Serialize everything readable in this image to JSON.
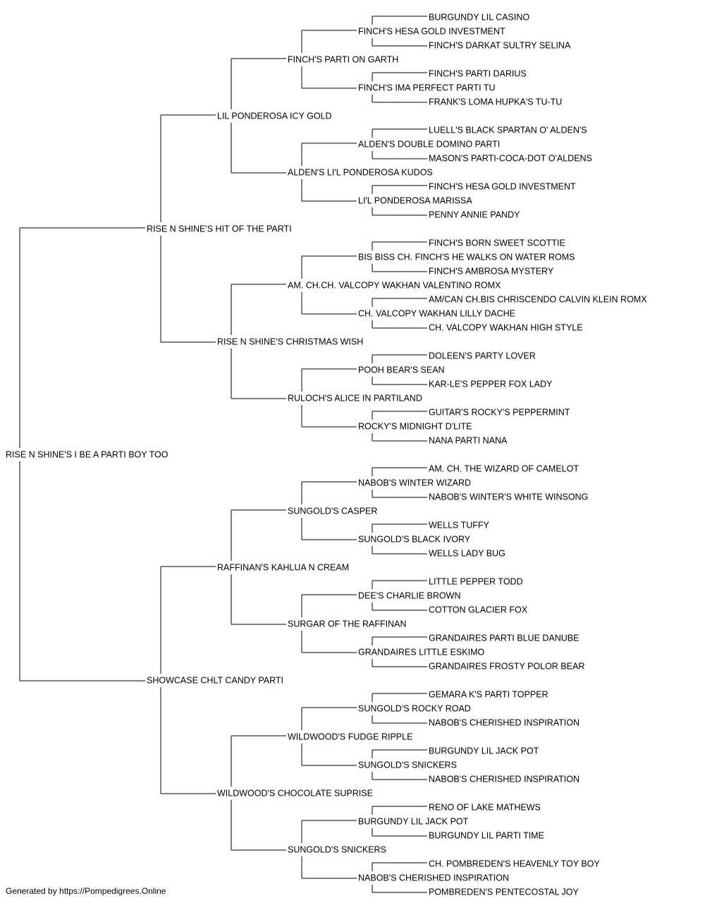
{
  "colors": {
    "normal": "#000000",
    "champion": "#dd1111",
    "line": "#000000"
  },
  "pedigree": {
    "name": "RISE N SHINE'S I BE A PARTI BOY TOO",
    "champion": false,
    "sire": {
      "name": "RISE N SHINE'S HIT OF THE PARTI",
      "champion": false,
      "sire": {
        "name": "LIL PONDEROSA ICY GOLD",
        "champion": false,
        "sire": {
          "name": "FINCH'S PARTI ON GARTH",
          "champion": false,
          "sire": {
            "name": "FINCH'S HESA GOLD INVESTMENT",
            "champion": false,
            "sire": {
              "name": "BURGUNDY LIL CASINO",
              "champion": false
            },
            "dam": {
              "name": "FINCH'S DARKAT SULTRY SELINA",
              "champion": false
            }
          },
          "dam": {
            "name": "FINCH'S IMA PERFECT PARTI TU",
            "champion": false,
            "sire": {
              "name": "FINCH'S PARTI DARIUS",
              "champion": false
            },
            "dam": {
              "name": "FRANK'S LOMA HUPKA'S TU-TU",
              "champion": false
            }
          }
        },
        "dam": {
          "name": "ALDEN'S LI'L PONDEROSA KUDOS",
          "champion": false,
          "sire": {
            "name": "ALDEN'S DOUBLE DOMINO PARTI",
            "champion": false,
            "sire": {
              "name": "LUELL'S BLACK SPARTAN O' ALDEN'S",
              "champion": false
            },
            "dam": {
              "name": "MASON'S PARTI-COCA-DOT O'ALDENS",
              "champion": false
            }
          },
          "dam": {
            "name": "LI'L PONDEROSA MARISSA",
            "champion": false,
            "sire": {
              "name": "FINCH'S HESA GOLD INVESTMENT",
              "champion": false
            },
            "dam": {
              "name": "PENNY ANNIE PANDY",
              "champion": false
            }
          }
        }
      },
      "dam": {
        "name": "RISE N SHINE'S CHRISTMAS WISH",
        "champion": false,
        "sire": {
          "name": "AM. CH.CH. VALCOPY WAKHAN VALENTINO ROMX",
          "champion": true,
          "sire": {
            "name": "BIS BISS CH. FINCH'S HE WALKS ON WATER ROMS",
            "champion": true,
            "sire": {
              "name": "FINCH'S BORN SWEET SCOTTIE",
              "champion": false
            },
            "dam": {
              "name": "FINCH'S AMBROSA MYSTERY",
              "champion": false
            }
          },
          "dam": {
            "name": "CH. VALCOPY WAKHAN LILLY DACHE",
            "champion": true,
            "sire": {
              "name": "AM/CAN CH.BIS CHRISCENDO CALVIN KLEIN ROMX",
              "champion": true
            },
            "dam": {
              "name": "CH. VALCOPY WAKHAN HIGH STYLE",
              "champion": true
            }
          }
        },
        "dam": {
          "name": "RULOCH'S ALICE IN PARTILAND",
          "champion": false,
          "sire": {
            "name": "POOH BEAR'S SEAN",
            "champion": false,
            "sire": {
              "name": "DOLEEN'S PARTY LOVER",
              "champion": false
            },
            "dam": {
              "name": "KAR-LE'S PEPPER FOX LADY",
              "champion": false
            }
          },
          "dam": {
            "name": "ROCKY'S MIDNIGHT D'LITE",
            "champion": false,
            "sire": {
              "name": "GUITAR'S ROCKY'S PEPPERMINT",
              "champion": false
            },
            "dam": {
              "name": "NANA PARTI NANA",
              "champion": false
            }
          }
        }
      }
    },
    "dam": {
      "name": "SHOWCASE CHLT CANDY PARTI",
      "champion": false,
      "sire": {
        "name": "RAFFINAN'S KAHLUA N CREAM",
        "champion": false,
        "sire": {
          "name": "SUNGOLD'S CASPER",
          "champion": false,
          "sire": {
            "name": "NABOB'S WINTER WIZARD",
            "champion": false,
            "sire": {
              "name": "AM. CH. THE WIZARD OF CAMELOT",
              "champion": true
            },
            "dam": {
              "name": "NABOB'S WINTER'S WHITE WINSONG",
              "champion": false
            }
          },
          "dam": {
            "name": "SUNGOLD'S BLACK IVORY",
            "champion": false,
            "sire": {
              "name": "WELLS TUFFY",
              "champion": false
            },
            "dam": {
              "name": "WELLS LADY BUG",
              "champion": false
            }
          }
        },
        "dam": {
          "name": "SURGAR OF THE RAFFINAN",
          "champion": false,
          "sire": {
            "name": "DEE'S CHARLIE BROWN",
            "champion": false,
            "sire": {
              "name": "LITTLE PEPPER TODD",
              "champion": false
            },
            "dam": {
              "name": "COTTON GLACIER FOX",
              "champion": false
            }
          },
          "dam": {
            "name": "GRANDAIRES LITTLE ESKIMO",
            "champion": false,
            "sire": {
              "name": "GRANDAIRES PARTI BLUE DANUBE",
              "champion": false
            },
            "dam": {
              "name": "GRANDAIRES FROSTY POLOR BEAR",
              "champion": false
            }
          }
        }
      },
      "dam": {
        "name": "WILDWOOD'S CHOCOLATE SUPRISE",
        "champion": false,
        "sire": {
          "name": "WILDWOOD'S FUDGE RIPPLE",
          "champion": false,
          "sire": {
            "name": "SUNGOLD'S ROCKY ROAD",
            "champion": false,
            "sire": {
              "name": "GEMARA K'S PARTI TOPPER",
              "champion": false
            },
            "dam": {
              "name": "NABOB'S CHERISHED INSPIRATION",
              "champion": false
            }
          },
          "dam": {
            "name": "SUNGOLD'S SNICKERS",
            "champion": false,
            "sire": {
              "name": "BURGUNDY LIL JACK POT",
              "champion": false
            },
            "dam": {
              "name": "NABOB'S CHERISHED INSPIRATION",
              "champion": false
            }
          }
        },
        "dam": {
          "name": "SUNGOLD'S SNICKERS",
          "champion": false,
          "sire": {
            "name": "BURGUNDY LIL JACK POT",
            "champion": false,
            "sire": {
              "name": "RENO OF LAKE MATHEWS",
              "champion": false
            },
            "dam": {
              "name": "BURGUNDY LIL PARTI TIME",
              "champion": false
            }
          },
          "dam": {
            "name": "NABOB'S CHERISHED INSPIRATION",
            "champion": false,
            "sire": {
              "name": "CH. POMBREDEN'S HEAVENLY TOY BOY",
              "champion": true
            },
            "dam": {
              "name": "POMBREDEN'S PENTECOSTAL JOY",
              "champion": false
            }
          }
        }
      }
    }
  },
  "footer": {
    "text": "Generated by https://Pompedigrees.Online"
  }
}
